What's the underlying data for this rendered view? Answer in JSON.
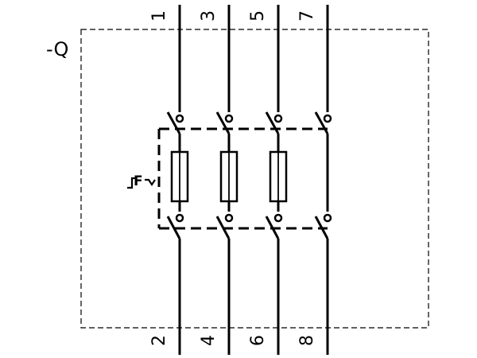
{
  "device": {
    "designation": "-Q",
    "actuator_label": "F"
  },
  "poles": [
    {
      "top": "1",
      "bottom": "2",
      "fuse": true
    },
    {
      "top": "3",
      "bottom": "4",
      "fuse": true
    },
    {
      "top": "5",
      "bottom": "6",
      "fuse": true
    },
    {
      "top": "7",
      "bottom": "8",
      "fuse": false
    }
  ],
  "colors": {
    "line": "#000000",
    "background": "#ffffff"
  }
}
